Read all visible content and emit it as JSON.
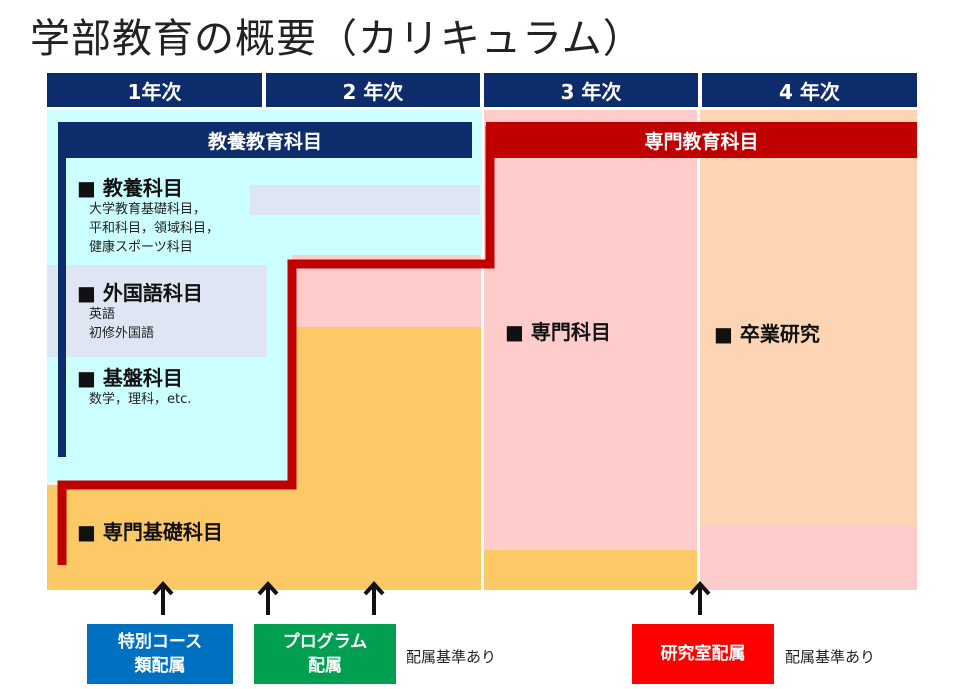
{
  "title": "学部教育の概要（カリキュラム）",
  "years": [
    "1年次",
    "2 年次",
    "3 年次",
    "4 年次"
  ],
  "bars": {
    "liberal": "教養教育科目",
    "specialized": "専門教育科目"
  },
  "sections": {
    "liberal_subjects": {
      "heading": "■ 教養科目",
      "lines": [
        "大学教育基礎科目，",
        "平和科目，領域科目，",
        "健康スポーツ科目"
      ]
    },
    "foreign_language": {
      "heading": "■ 外国語科目",
      "lines": [
        "英語",
        "初修外国語"
      ]
    },
    "basic_subjects": {
      "heading": "■ 基盤科目",
      "lines": [
        "数学，理科，etc."
      ]
    },
    "specialized_basic": {
      "heading": "■ 専門基礎科目"
    },
    "specialized_subjects": {
      "heading": "■ 専門科目"
    },
    "graduation_research": {
      "heading": "■ 卒業研究"
    }
  },
  "buttons": {
    "special_course": [
      "特別コース",
      "類配属"
    ],
    "program": [
      "プログラム",
      "配属"
    ],
    "lab": "研究室配属"
  },
  "notes": {
    "program_note": "配属基準あり",
    "lab_note": "配属基準あり"
  },
  "colors": {
    "navy": "#0d2c6b",
    "red": "#c00000",
    "cyan": "#ccffff",
    "lightblue": "#dde6f2",
    "orange": "#fdc967",
    "pink": "#ffcccc",
    "peach": "#fdd5b4",
    "blue_button": "#0070c0",
    "green_button": "#00a050",
    "red_button": "#ff0000"
  }
}
